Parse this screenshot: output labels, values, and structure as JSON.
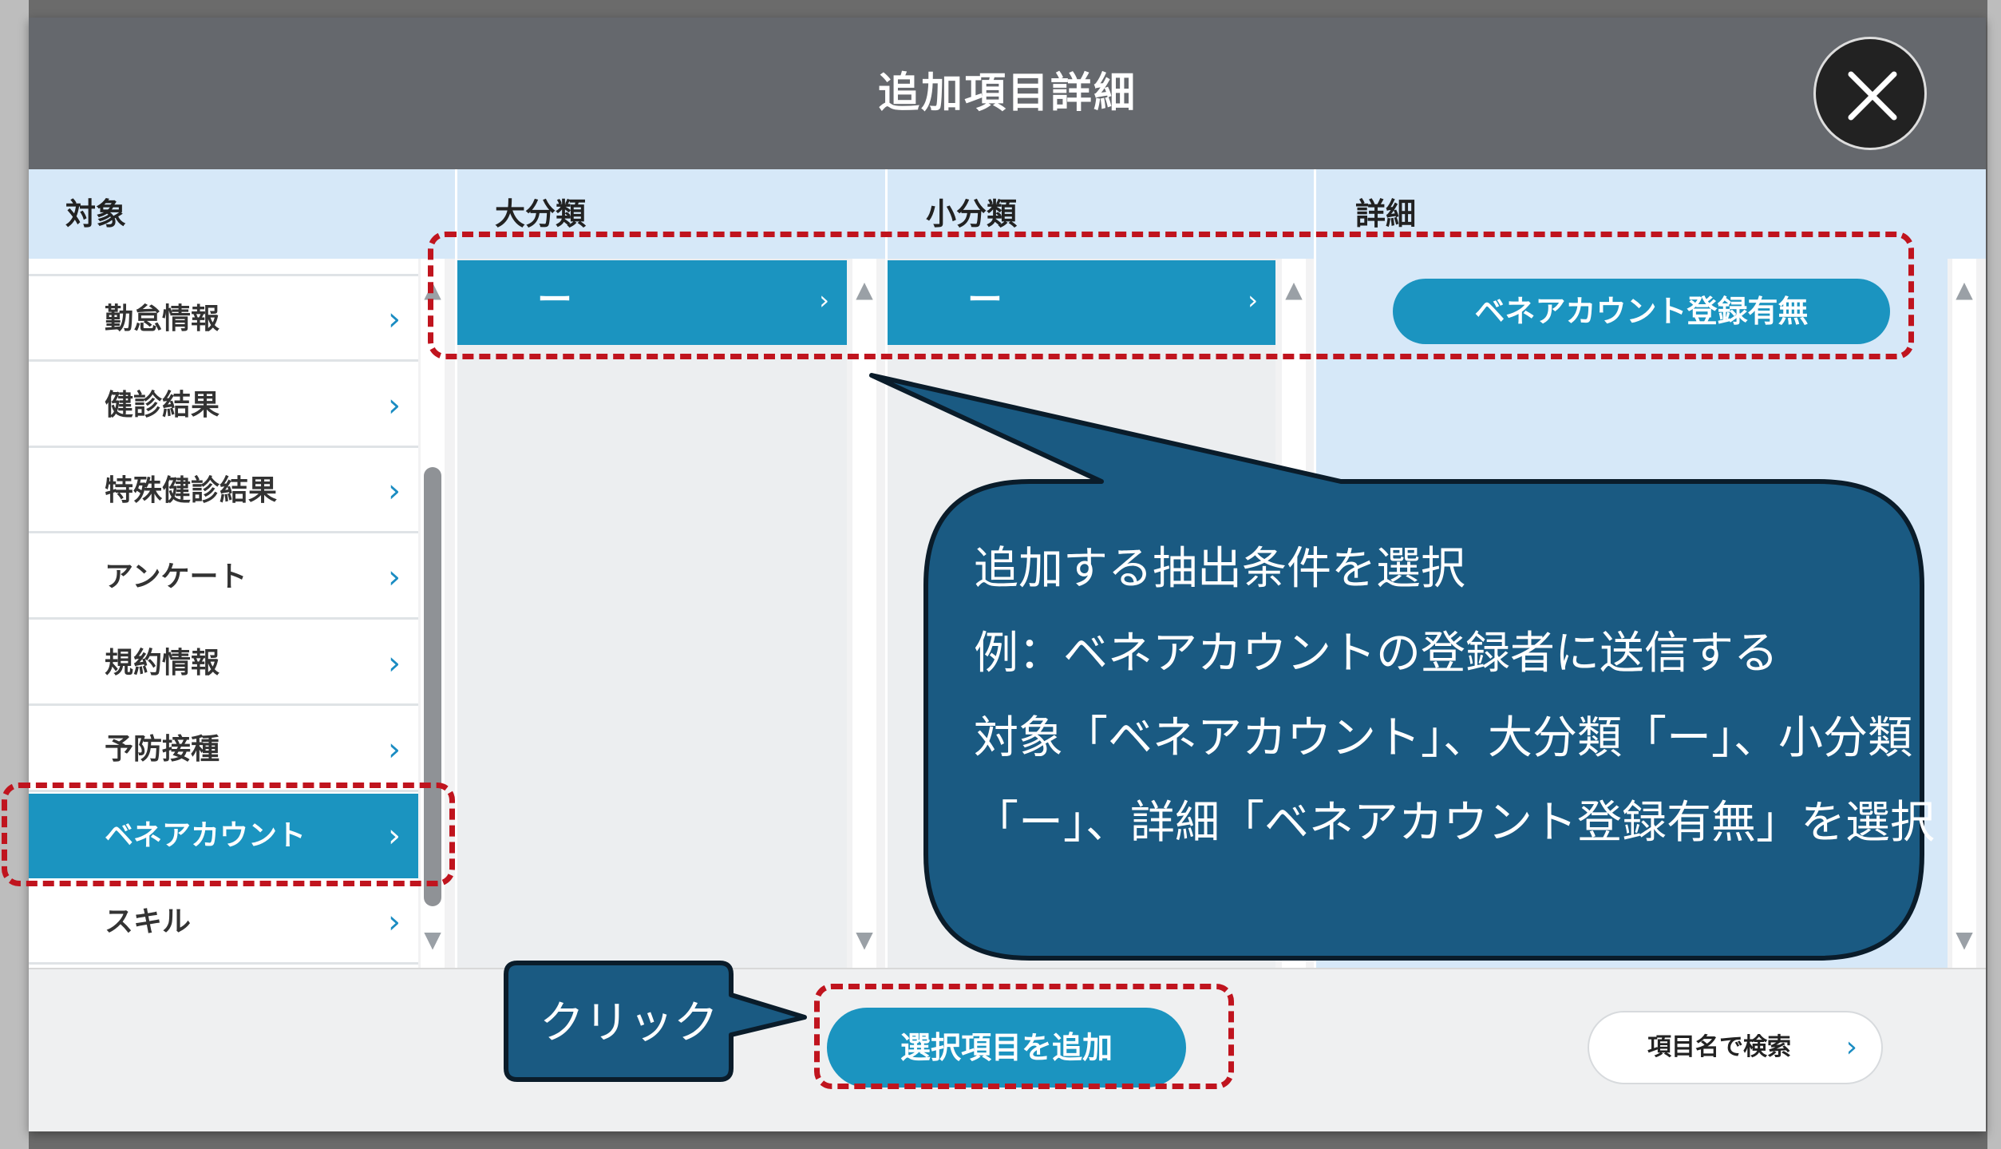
{
  "dialog": {
    "title": "追加項目詳細",
    "close_icon": "close-icon"
  },
  "columns": {
    "target": "対象",
    "major": "大分類",
    "minor": "小分類",
    "detail": "詳細"
  },
  "target_list": [
    {
      "label": "勤怠情報",
      "selected": false
    },
    {
      "label": "健診結果",
      "selected": false
    },
    {
      "label": "特殊健診結果",
      "selected": false
    },
    {
      "label": "アンケート",
      "selected": false
    },
    {
      "label": "規約情報",
      "selected": false
    },
    {
      "label": "予防接種",
      "selected": false
    },
    {
      "label": "ベネアカウント",
      "selected": true
    },
    {
      "label": "スキル",
      "selected": false
    }
  ],
  "major_choice": "ー",
  "minor_choice": "ー",
  "detail_choice": "ベネアカウント登録有無",
  "footer": {
    "add_button": "選択項目を追加",
    "search_button": "項目名で検索"
  },
  "annotation": {
    "callout_lines": [
      "追加する抽出条件を選択",
      "例：ベネアカウントの登録者に送信する",
      "対象「ベネアカウント」、大分類「ー」、小分類",
      "「ー」、詳細「ベネアカウント登録有無」を選択"
    ],
    "click_label": "クリック",
    "callout_color": "#1a5a82",
    "highlight_color": "#c0141e"
  },
  "colors": {
    "header": "#65686d",
    "accent": "#1b94c0",
    "column_header": "#d6e8f8"
  }
}
